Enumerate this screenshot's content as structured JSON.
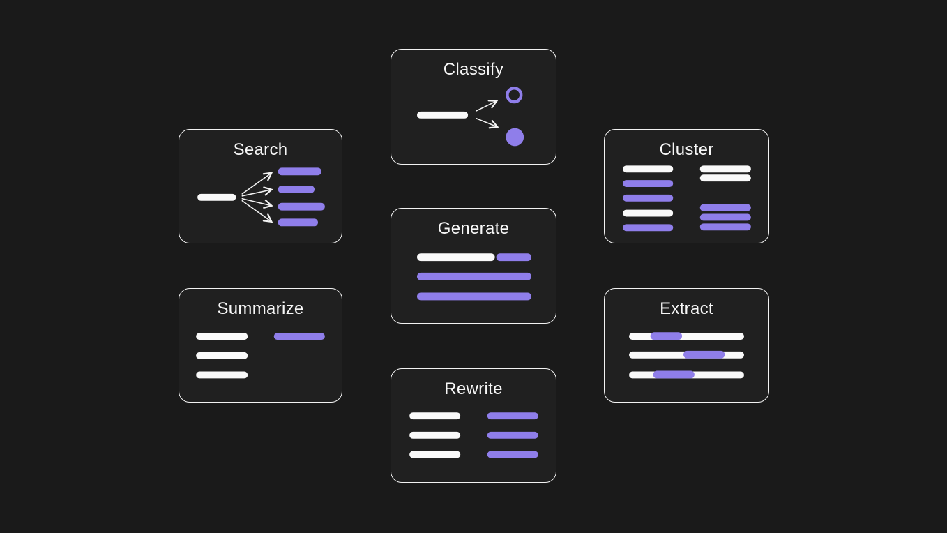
{
  "colors": {
    "page_background": "#1a1a1a",
    "card_background": "#202020",
    "card_border": "#f2f2f2",
    "bar_white": "#f9f9f9",
    "accent_purple": "#8f7eea"
  },
  "cards": {
    "classify": {
      "title": "Classify"
    },
    "search": {
      "title": "Search"
    },
    "cluster": {
      "title": "Cluster"
    },
    "generate": {
      "title": "Generate"
    },
    "summarize": {
      "title": "Summarize"
    },
    "extract": {
      "title": "Extract"
    },
    "rewrite": {
      "title": "Rewrite"
    }
  }
}
